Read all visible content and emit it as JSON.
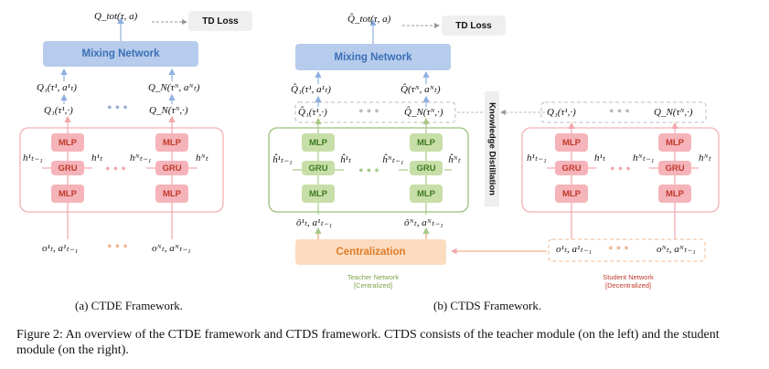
{
  "ctde": {
    "qtot": "Q_tot(τ, a)",
    "td_loss": "TD Loss",
    "mixing": "Mixing Network",
    "q1_action": "Q₁(τ¹, a¹ₜ)",
    "qn_action": "Q_N(τᴺ, aᴺₜ)",
    "q1_all": "Q₁(τ¹,·)",
    "qn_all": "Q_N(τᴺ,·)",
    "mlp": "MLP",
    "gru": "GRU",
    "h1_prev": "h¹ₜ₋₁",
    "h1": "h¹ₜ",
    "hn_prev": "hᴺₜ₋₁",
    "hn": "hᴺₜ",
    "obs1": "o¹ₜ, a¹ₜ₋₁",
    "obsn": "oᴺₜ, aᴺₜ₋₁",
    "caption": "(a) CTDE Framework."
  },
  "ctds": {
    "qtot": "Q̂_tot(τ, a)",
    "td_loss": "TD Loss",
    "mixing": "Mixing Network",
    "q1_action": "Q̂₁(τ¹, a¹ₜ)",
    "qn_action": "Q̂(τᴺ, aᴺₜ)",
    "q1_all": "Q̂₁(τ¹,·)",
    "qn_all": "Q̂_N(τᴺ,·)",
    "mlp": "MLP",
    "gru": "GRU",
    "h1_prev": "ĥ¹ₜ₋₁",
    "h1": "ĥ¹ₜ",
    "hn_prev": "ĥᴺₜ₋₁",
    "hn": "ĥᴺₜ",
    "obs1": "ô¹ₜ, a¹ₜ₋₁",
    "obsn": "ôᴺₜ, aᴺₜ₋₁",
    "centralization": "Centralization",
    "knowledge_distillation": "Knowledge Distillation",
    "teacher_label": "Teacher Network",
    "teacher_sub": "[Centralized]",
    "student_label": "Student Network",
    "student_sub": "[Decentralized]",
    "s_q1_all": "Q₁(τ¹,·)",
    "s_qn_all": "Q_N(τᴺ,·)",
    "s_h1_prev": "h¹ₜ₋₁",
    "s_h1": "h¹ₜ",
    "s_hn_prev": "hᴺₜ₋₁",
    "s_hn": "hᴺₜ",
    "s_obs1": "o¹ₜ, a¹ₜ₋₁",
    "s_obsn": "oᴺₜ, aᴺₜ₋₁",
    "caption": "(b) CTDS Framework."
  },
  "figure_caption": "Figure 2: An overview of the CTDE framework and CTDS framework. CTDS consists of the teacher module (on the left) and the student module (on the right).",
  "colors": {
    "red_panel": "#f3b0b4",
    "green_panel": "#9cc07a",
    "arrow_blue": "#8fb0e0",
    "arrow_red": "#f2a6ab",
    "arrow_green": "#a8c888",
    "orange": "#e8883a"
  }
}
